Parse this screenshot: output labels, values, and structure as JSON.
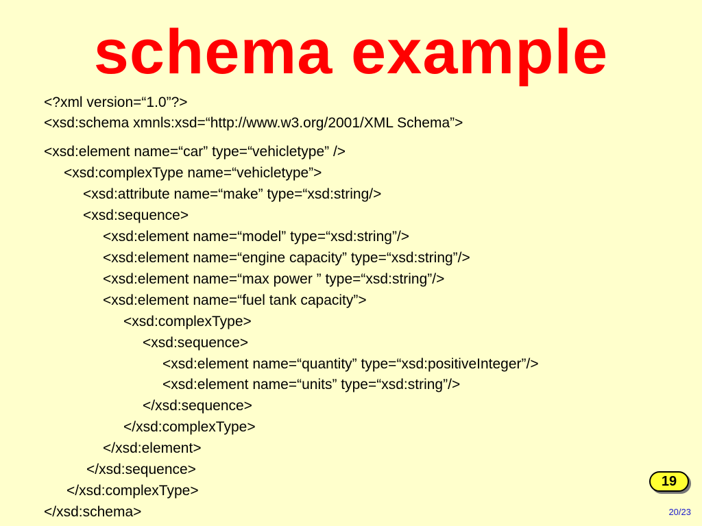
{
  "slide": {
    "title": "schema example",
    "badge_number": "19",
    "page_counter": "20/23"
  },
  "code_lines": [
    "<?xml version=“1.0”?>",
    "<xsd:schema xmnls:xsd=“http://www.w3.org/2001/XML Schema”>",
    "<xsd:element name=“car” type=“vehicletype” />",
    "<xsd:complexType name=“vehicletype”>",
    "<xsd:attribute name=“make” type=“xsd:string/>",
    "<xsd:sequence>",
    "<xsd:element name=“model” type=“xsd:string”/>",
    "<xsd:element name=“engine capacity” type=“xsd:string”/>",
    "<xsd:element name=“max power ” type=“xsd:string”/>",
    "<xsd:element name=“fuel tank capacity”>",
    "<xsd:complexType>",
    "<xsd:sequence>",
    "<xsd:element name=“quantity” type=“xsd:positiveInteger”/>",
    "<xsd:element name=“units” type=“xsd:string”/>",
    "</xsd:sequence>",
    "</xsd:complexType>",
    "</xsd:element>",
    "</xsd:sequence>",
    "</xsd:complexType>",
    "</xsd:schema>"
  ]
}
